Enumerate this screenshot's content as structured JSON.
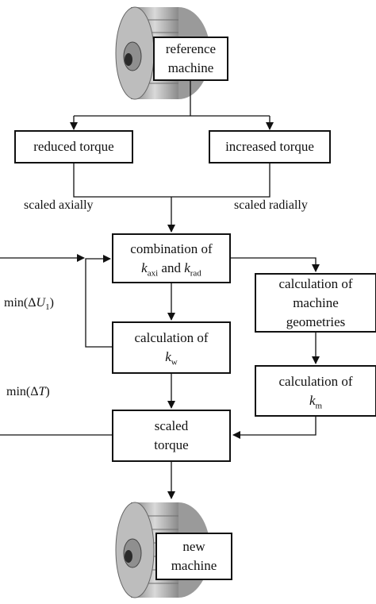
{
  "boxes": {
    "reference": [
      "reference",
      "machine"
    ],
    "reduced": "reduced torque",
    "increased": "increased torque",
    "combination": {
      "line1": "combination of",
      "k": "k",
      "sub_axi": "axi",
      "and": " and ",
      "sub_rad": "rad"
    },
    "calc_kw": {
      "line1": "calculation of",
      "k": "k",
      "sub": "w"
    },
    "calc_geo": [
      "calculation of",
      "machine",
      "geometries"
    ],
    "calc_km": {
      "line1": "calculation of",
      "k": "k",
      "sub": "m"
    },
    "scaled": [
      "scaled",
      "torque"
    ],
    "new": [
      "new",
      "machine"
    ]
  },
  "labels": {
    "scaled_axially": "scaled axially",
    "scaled_radially": "scaled radially",
    "min_u1": {
      "prefix": "min(Δ",
      "var": "U",
      "sub": "1",
      "suffix": ")"
    },
    "min_t": {
      "prefix": "min(Δ",
      "var": "T",
      "suffix": ")"
    }
  },
  "images": [
    "electric-machine-illustration",
    "electric-machine-illustration"
  ]
}
